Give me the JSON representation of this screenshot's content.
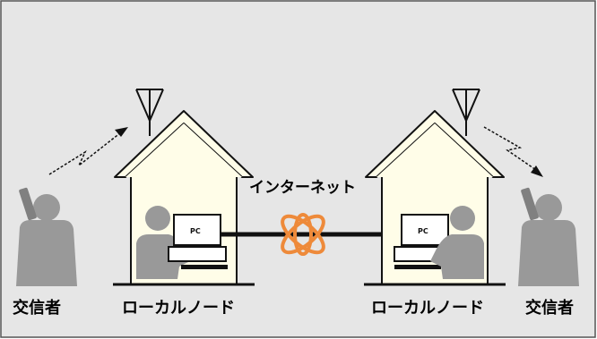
{
  "labels": {
    "internet": "インターネット",
    "user_left": "交信者",
    "node_left": "ローカルノード",
    "node_right": "ローカルノード",
    "user_right": "交信者",
    "pc_left": "PC",
    "pc_right": "PC"
  },
  "colors": {
    "background": "#e6e6e6",
    "house_fill": "#fffde8",
    "person": "#999999",
    "internet_symbol": "#ee8a3a",
    "line": "#111111"
  }
}
